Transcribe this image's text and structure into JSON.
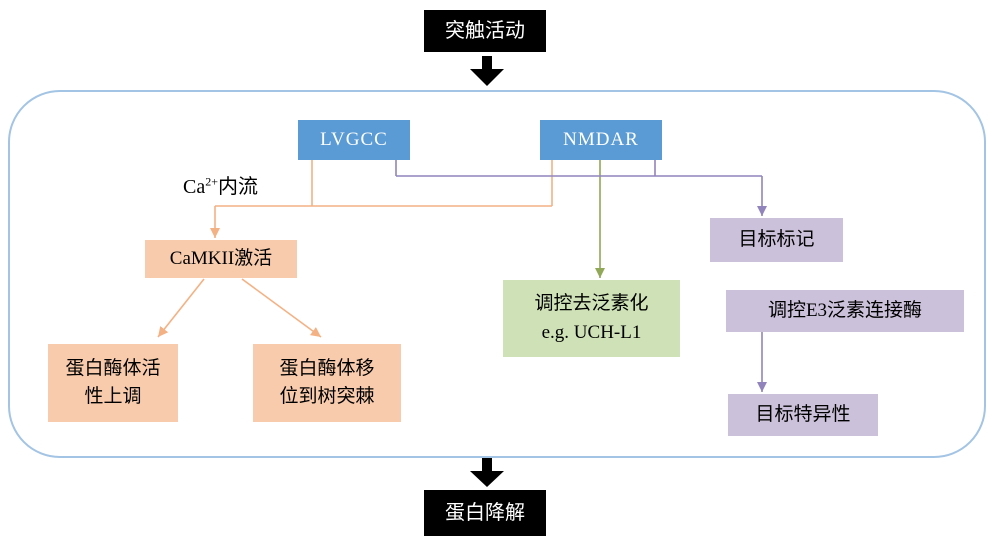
{
  "diagram": {
    "nodes": {
      "synaptic_activity": {
        "label": "突触活动"
      },
      "lvgcc": {
        "label": "LVGCC"
      },
      "nmdar": {
        "label": "NMDAR"
      },
      "ca_influx": {
        "pre": "Ca",
        "sup": "2+",
        "post": "内流"
      },
      "camkii": {
        "label": "CaMKII激活"
      },
      "proteasome_activity": {
        "lines": [
          "蛋白酶体活",
          "性上调"
        ]
      },
      "proteasome_translocation": {
        "lines": [
          "蛋白酶体移",
          "位到树突棘"
        ]
      },
      "deubiquitination": {
        "lines": [
          "调控去泛素化",
          "e.g. UCH-L1"
        ]
      },
      "target_marking": {
        "label": "目标标记"
      },
      "e3_ligase": {
        "label": "调控E3泛素连接酶"
      },
      "target_specificity": {
        "label": "目标特异性"
      },
      "protein_degradation": {
        "label": "蛋白降解"
      }
    },
    "colors": {
      "black_node_bg": "#000000",
      "black_node_text": "#ffffff",
      "blue_node_bg": "#5B9BD5",
      "blue_node_text": "#ffffff",
      "orange_node_bg": "#F8CBAD",
      "green_node_bg": "#CFE2B7",
      "purple_node_bg": "#CCC1DA",
      "orange_line": "#F4B183",
      "green_line": "#90A857",
      "purple_line": "#9184BD",
      "container_border": "#A3C4E4",
      "node_text": "#000000"
    }
  }
}
